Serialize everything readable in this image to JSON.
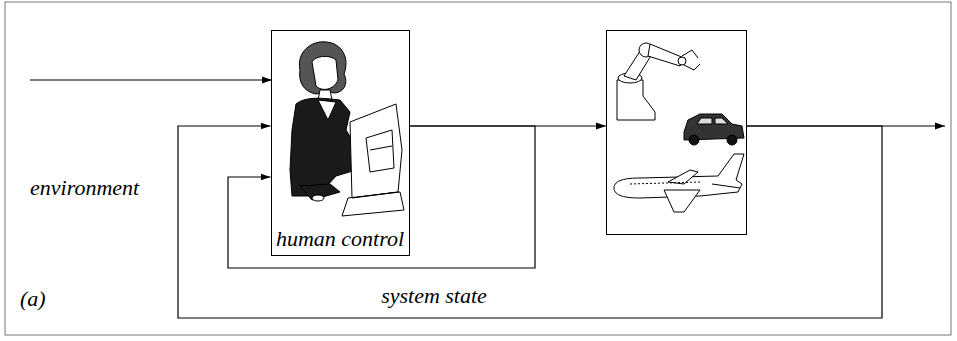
{
  "diagram": {
    "nodes": [
      {
        "text": [
          "human control"
        ]
      },
      {
        "text": []
      }
    ],
    "edges": [
      {
        "from": 0,
        "to": 1,
        "arrow": "to"
      },
      {
        "from": 1,
        "to": 0,
        "label": "system state",
        "arrow": "to"
      },
      {
        "from": 0,
        "to": 0,
        "arrow": "to"
      }
    ],
    "labels": [
      "environment",
      "(a)"
    ]
  }
}
